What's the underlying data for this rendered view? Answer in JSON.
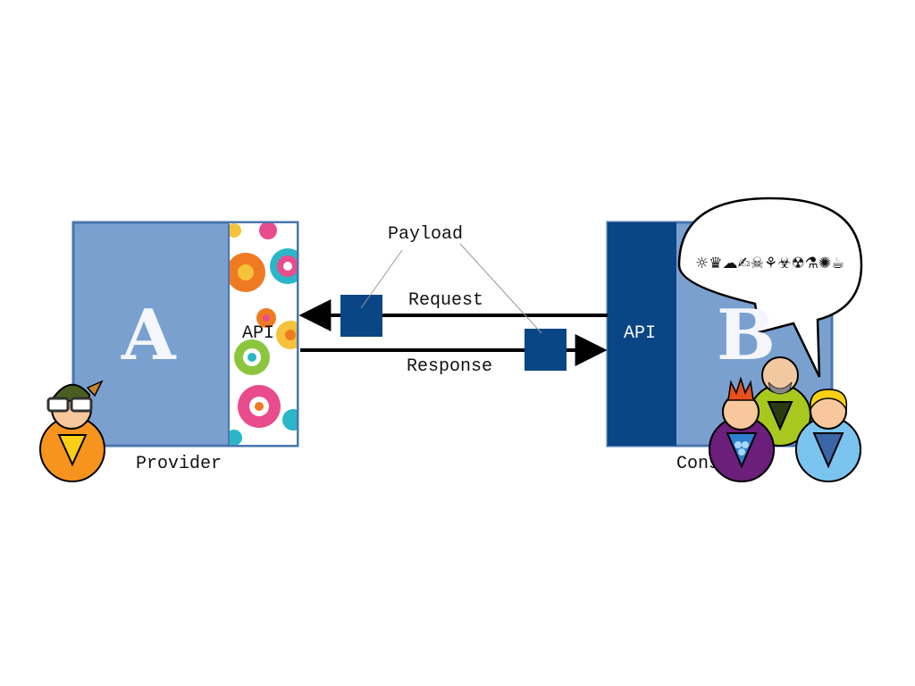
{
  "provider": {
    "letter": "A",
    "api_label": "API",
    "caption": "Provider"
  },
  "consumer": {
    "letter": "B",
    "api_label": "API",
    "caption": "Consumer"
  },
  "messages": {
    "payload_label": "Payload",
    "request_label": "Request",
    "response_label": "Response"
  },
  "speech_bubble": {
    "text": "☼♛☁✍☠⚘☣☢⚗✺☕"
  },
  "colors": {
    "box_light": "#7aa0d0",
    "box_border": "#4a76b0",
    "box_dark": "#0a4585",
    "payload_square": "#0a4585",
    "arrow": "#000000"
  }
}
